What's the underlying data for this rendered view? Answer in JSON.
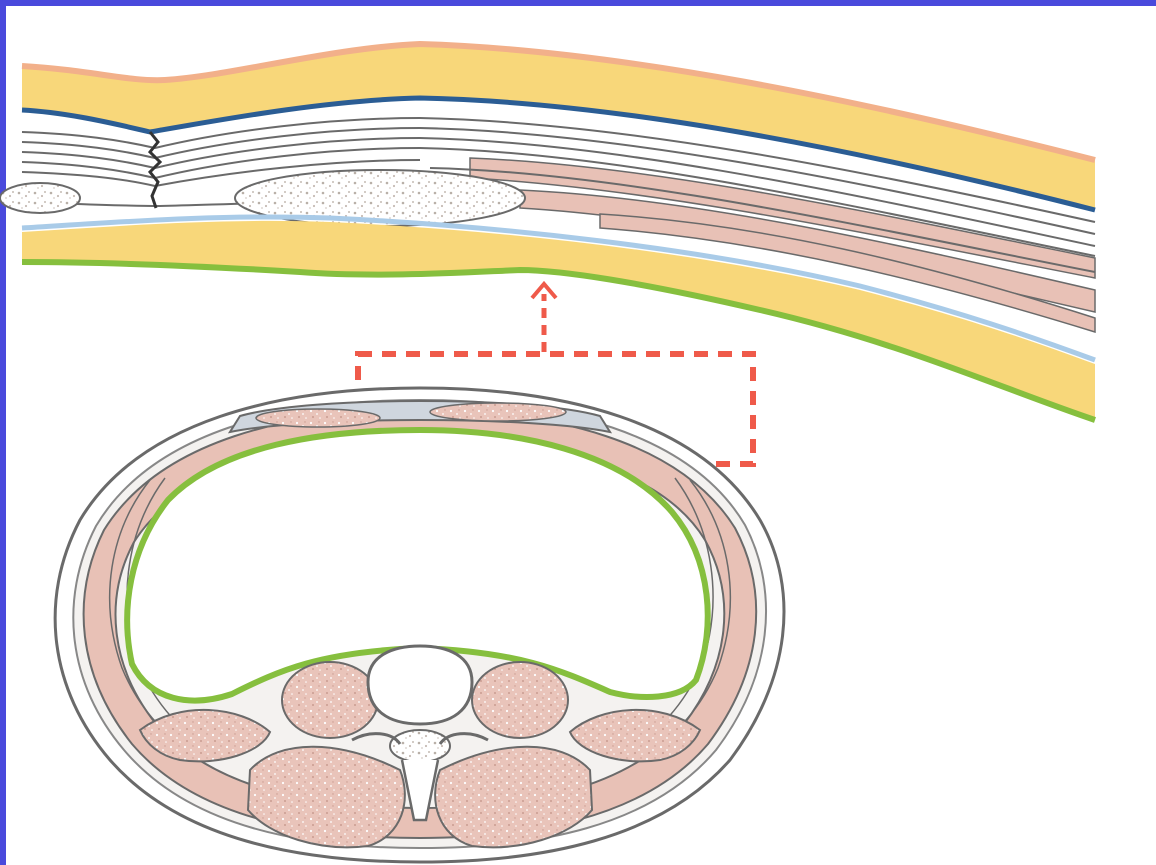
{
  "figure": {
    "subject": "abdominal-wall-cross-section",
    "panels": [
      "enlarged-wall-layers",
      "transverse-section"
    ],
    "colors": {
      "frame": "#4a4adc",
      "fat": "#f8d77a",
      "skin_edge": "#f2b08a",
      "fascia_blue": "#2b5d94",
      "fascia_light": "#a9cbe8",
      "peritoneum": "#86bf3e",
      "muscle": "#e8c1b6",
      "muscle_dark": "#cfa297",
      "outline": "#6a6a6a",
      "callout": "#ef5a4a",
      "background": "#ffffff"
    },
    "icons": [
      "zoom-arrow",
      "callout-box"
    ]
  }
}
